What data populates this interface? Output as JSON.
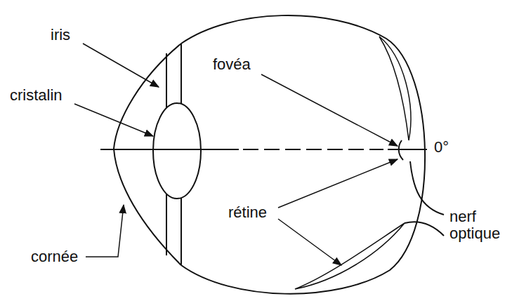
{
  "diagram": {
    "labels": [
      "iris",
      "fovéa",
      "cristalin",
      "0°",
      "rétine",
      "nerf optique",
      "cornée"
    ]
  }
}
